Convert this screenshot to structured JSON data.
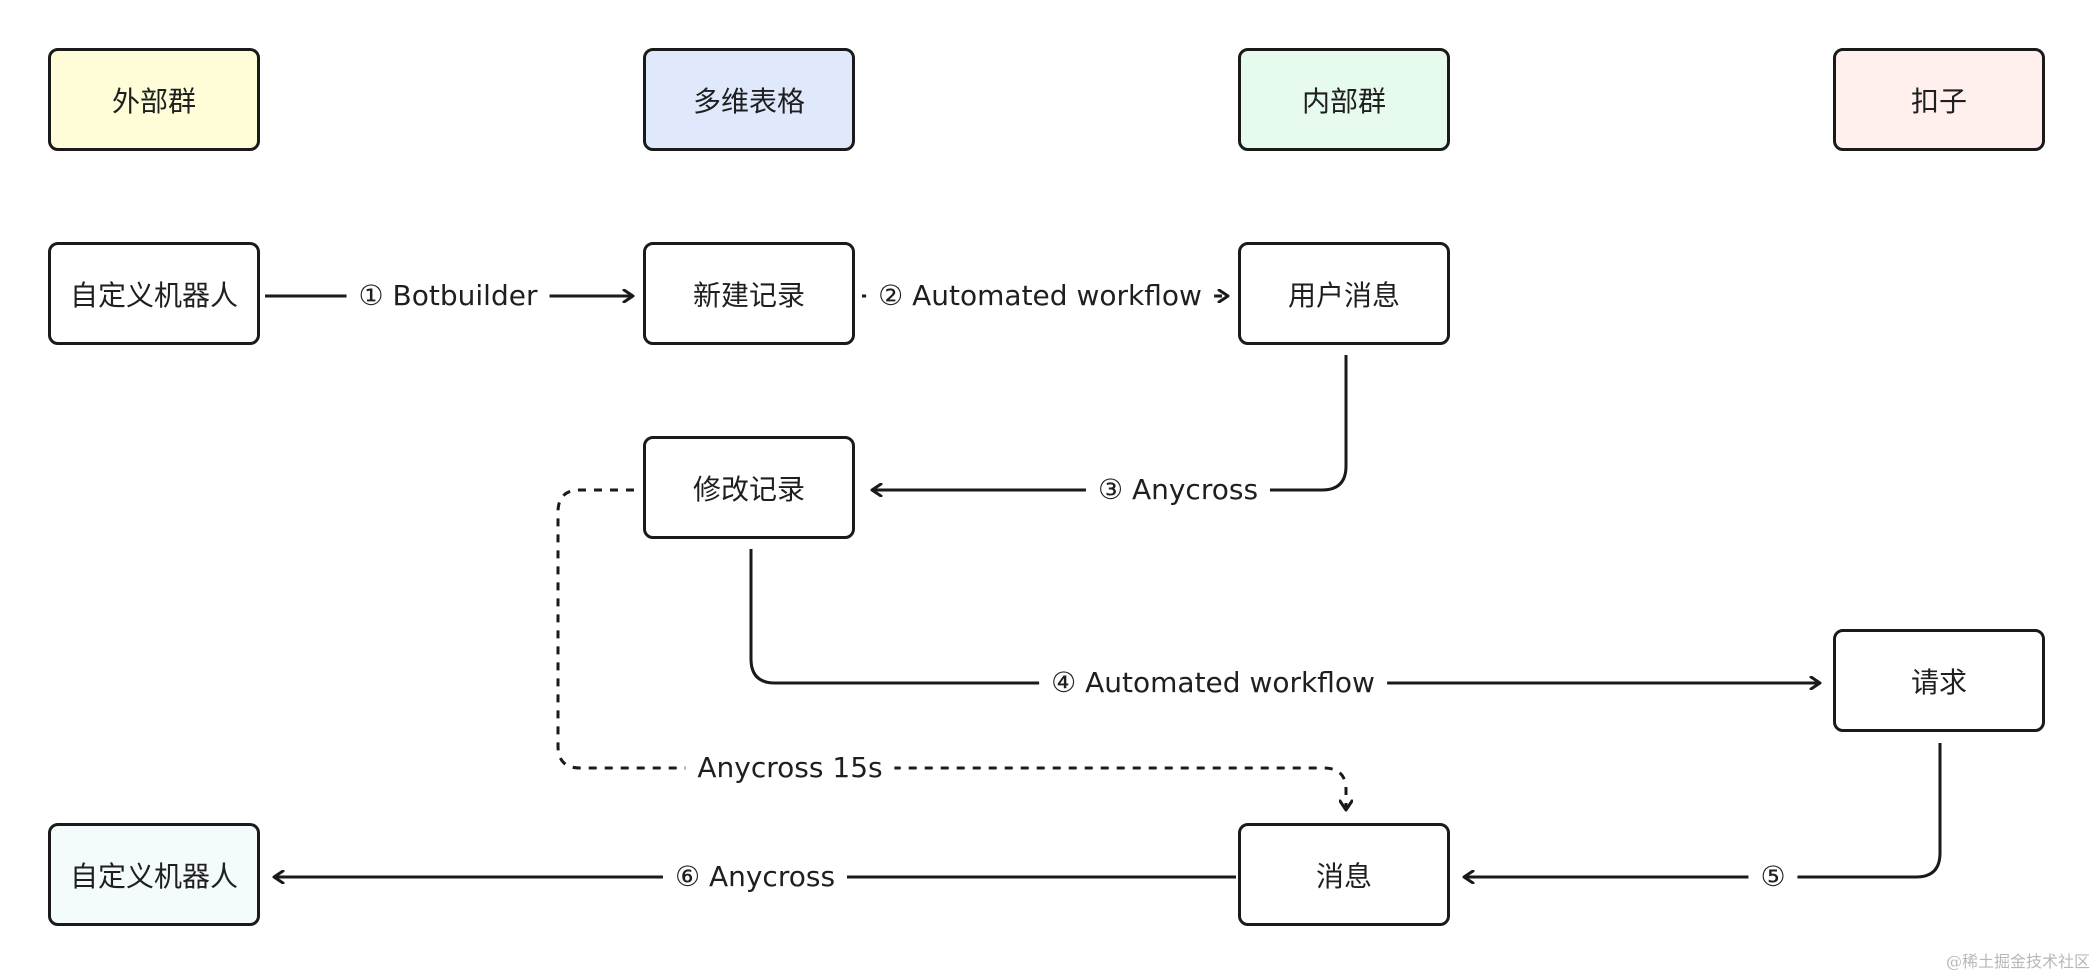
{
  "lanes": {
    "external_group": {
      "label": "外部群",
      "color": "#fffdd8"
    },
    "multidim_table": {
      "label": "多维表格",
      "color": "#e0e8fc"
    },
    "internal_group": {
      "label": "内部群",
      "color": "#e6fbee"
    },
    "coze": {
      "label": "扣子",
      "color": "#fff0ee"
    }
  },
  "nodes": {
    "custom_bot_in": {
      "label": "自定义机器人"
    },
    "new_record": {
      "label": "新建记录"
    },
    "user_message": {
      "label": "用户消息"
    },
    "modify_record": {
      "label": "修改记录"
    },
    "request": {
      "label": "请求"
    },
    "message": {
      "label": "消息"
    },
    "custom_bot_out": {
      "label": "自定义机器人",
      "color": "#f4fbfd"
    }
  },
  "edges": {
    "e1": "① Botbuilder",
    "e2": "② Automated workflow",
    "e3": "③ Anycross",
    "e4": "④ Automated workflow",
    "e5": "⑤",
    "e6": "⑥ Anycross",
    "e7": "Anycross 15s"
  },
  "watermark": "@稀土掘金技术社区"
}
